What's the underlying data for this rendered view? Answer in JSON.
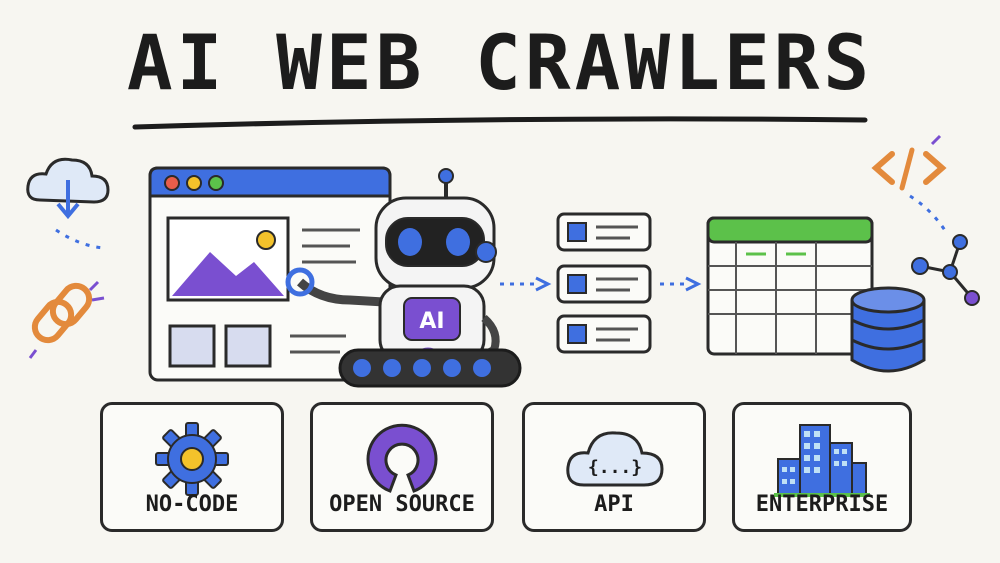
{
  "title": "AI WEB CRAWLERS",
  "robot_badge": "AI",
  "api_glyph": "{...}",
  "cards": [
    {
      "label": "NO-CODE",
      "icon": "gear-icon"
    },
    {
      "label": "OPEN SOURCE",
      "icon": "open-source-icon"
    },
    {
      "label": "API",
      "icon": "cloud-api-icon"
    },
    {
      "label": "ENTERPRISE",
      "icon": "buildings-icon"
    }
  ],
  "colors": {
    "blue": "#3f6fe0",
    "purple": "#7a4fd0",
    "orange": "#e38a3c",
    "green": "#5cc14a",
    "yellow": "#f3c22b",
    "ink": "#1c1c1c"
  }
}
